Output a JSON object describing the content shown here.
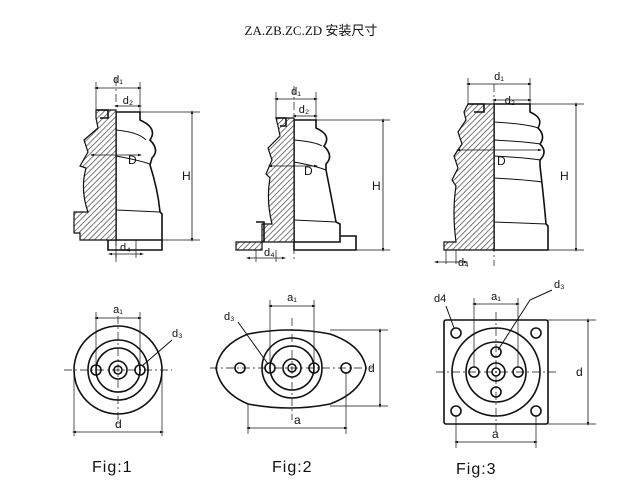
{
  "title": "ZA.ZB.ZC.ZD 安装尺寸",
  "side_views": {
    "fig1": {
      "d1": "d₁",
      "d2": "d₂",
      "D": "D",
      "H": "H",
      "d4": "d₄"
    },
    "fig2": {
      "d1": "d₁",
      "d2": "d₂",
      "D": "D",
      "H": "H",
      "d4": "d₄"
    },
    "fig3": {
      "d1": "d₁",
      "d2": "d₂",
      "D": "D",
      "H": "H",
      "d4": "d₄"
    }
  },
  "top_views": {
    "fig1": {
      "a1": "a₁",
      "d3": "d₃",
      "d": "d"
    },
    "fig2": {
      "a1": "a₁",
      "d3": "d₃",
      "d": "d",
      "a": "a"
    },
    "fig3": {
      "a1": "a₁",
      "d3": "d₃",
      "d4": "d4",
      "d": "d",
      "a": "a"
    }
  },
  "captions": {
    "fig1": "Fig:1",
    "fig2": "Fig:2",
    "fig3": "Fig:3"
  }
}
